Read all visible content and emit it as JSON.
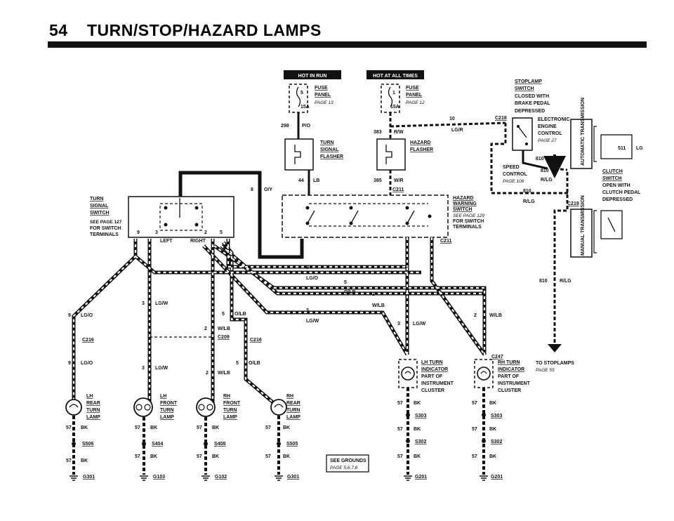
{
  "page": {
    "number": "54",
    "title": "TURN/STOP/HAZARD LAMPS"
  },
  "power": {
    "hot_in_run": "HOT IN RUN",
    "hot_at_all_times": "HOT AT ALL TIMES"
  },
  "fuse_run": {
    "pin": "5",
    "amp": "15A",
    "label": [
      "FUSE",
      "PANEL"
    ],
    "page": "PAGE 13"
  },
  "fuse_all": {
    "pin": "1",
    "amp": "15A",
    "label": [
      "FUSE",
      "PANEL"
    ],
    "page": "PAGE 12"
  },
  "turn_flasher": [
    "TURN",
    "SIGNAL",
    "FLASHER"
  ],
  "hazard_flasher": [
    "HAZARD",
    "FLASHER"
  ],
  "hazard_switch": [
    "HAZARD",
    "WARNING",
    "SWITCH"
  ],
  "hazard_switch_ref": [
    "SEE PAGE 129",
    "FOR SWITCH",
    "TERMINALS"
  ],
  "turn_switch": [
    "TURN",
    "SIGNAL",
    "SWITCH"
  ],
  "turn_switch_ref": [
    "SEE PAGE 127",
    "FOR SWITCH",
    "TERMINALS"
  ],
  "turn_switch_pins": {
    "p9": "9",
    "p3": "3",
    "p2": "2",
    "p5": "5",
    "left": "LEFT",
    "right": "RIGHT"
  },
  "stoplamp_switch": [
    "STOPLAMP",
    "SWITCH",
    "CLOSED WITH",
    "BRAKE PEDAL",
    "DEPRESSED"
  ],
  "eec": [
    "ELECTRONIC",
    "ENGINE",
    "CONTROL",
    "PAGE 27"
  ],
  "speed_control": [
    "SPEED",
    "CONTROL",
    "PAGE 108"
  ],
  "auto_trans": "AUTOMATIC TRANSMISSION",
  "manual_trans": "MANUAL TRANSMISSION",
  "clutch_switch": [
    "CLUTCH",
    "SWITCH",
    "OPEN WITH",
    "CLUTCH PEDAL",
    "DEPRESSED"
  ],
  "to_stoplamps": [
    "TO STOPLAMPS",
    "PAGE 55"
  ],
  "see_grounds": [
    "SEE GROUNDS",
    "PAGE 5,6,7,8"
  ],
  "wires": {
    "w298": "298",
    "po": "P/O",
    "w383": "383",
    "rw": "R/W",
    "w10": "10",
    "lgr": "LG/R",
    "w8": "8",
    "oy": "O/Y",
    "w44": "44",
    "lb": "LB",
    "w385": "385",
    "wr": "W/R",
    "w810": "810",
    "rlg": "R/LG",
    "w511": "511",
    "lg": "LG",
    "w9": "9",
    "lgo": "LG/O",
    "w5": "5",
    "olb": "O/LB",
    "w2": "2",
    "wlb": "W/LB",
    "w3": "3",
    "lgw": "LG/W",
    "w57": "57",
    "bk": "BK"
  },
  "connectors": [
    "C218",
    "C211",
    "C219",
    "C216",
    "C209",
    "C247"
  ],
  "splices": [
    "S506",
    "S404",
    "S408",
    "S505",
    "S303",
    "S302"
  ],
  "grounds": [
    "G301",
    "G103",
    "G102",
    "G201"
  ],
  "lamps": {
    "lh_rear": [
      "LH",
      "REAR",
      "TURN",
      "LAMP"
    ],
    "lh_front": [
      "LH",
      "FRONT",
      "TURN",
      "LAMP"
    ],
    "rh_front": [
      "RH",
      "FRONT",
      "TURN",
      "LAMP"
    ],
    "rh_rear": [
      "RH",
      "REAR",
      "TURN",
      "LAMP"
    ],
    "lh_ind": [
      "LH TURN",
      "INDICATOR",
      "PART OF",
      "INSTRUMENT",
      "CLUSTER"
    ],
    "rh_ind": [
      "RH TURN",
      "INDICATOR",
      "PART OF",
      "INSTRUMENT",
      "CLUSTER"
    ]
  }
}
